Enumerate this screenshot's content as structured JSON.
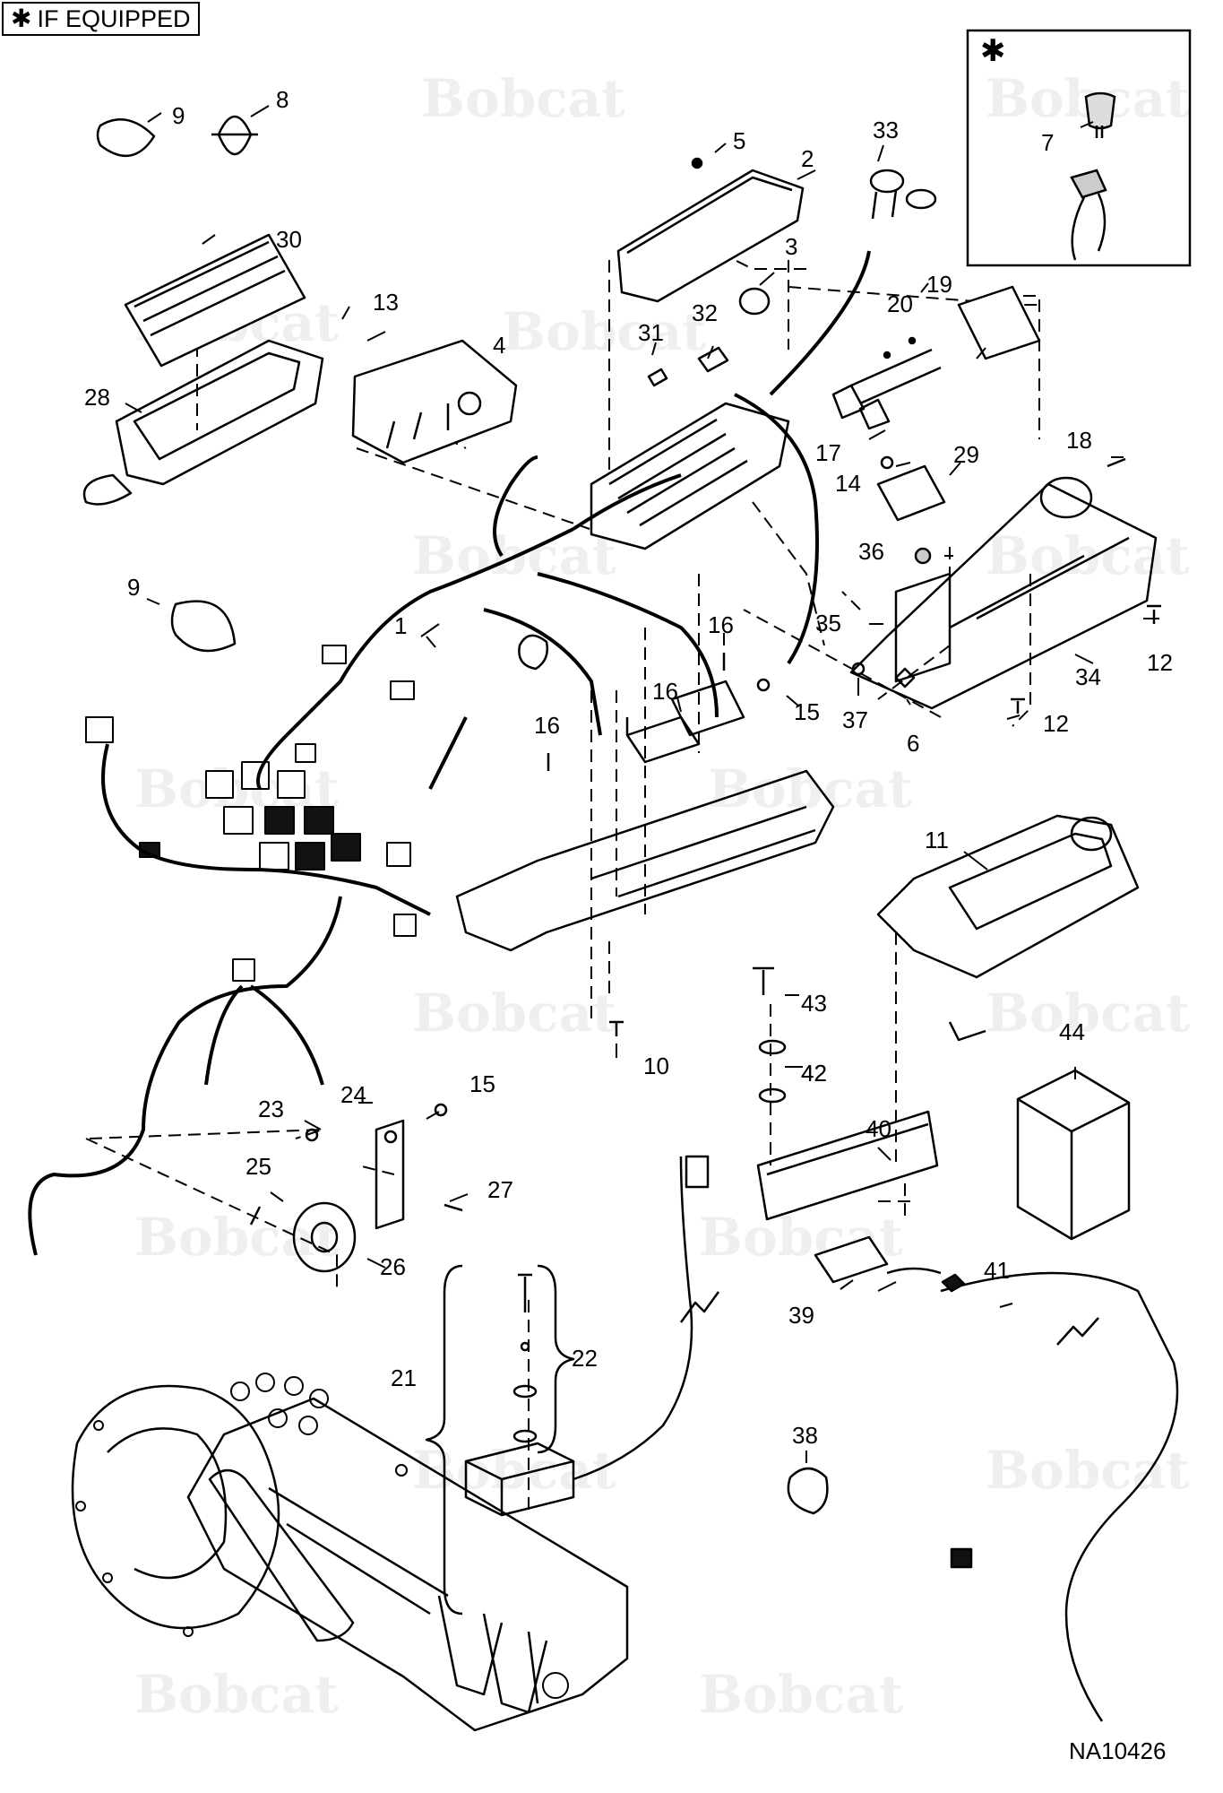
{
  "legend": {
    "symbol": "✱",
    "text": "IF EQUIPPED"
  },
  "inset_marker": "✱",
  "drawing_code": "NA10426",
  "watermark_text": "Bobcat",
  "callouts": [
    {
      "label": "1"
    },
    {
      "label": "2"
    },
    {
      "label": "3"
    },
    {
      "label": "4"
    },
    {
      "label": "5"
    },
    {
      "label": "6"
    },
    {
      "label": "7"
    },
    {
      "label": "8"
    },
    {
      "label": "9"
    },
    {
      "label": "9"
    },
    {
      "label": "10"
    },
    {
      "label": "11"
    },
    {
      "label": "12"
    },
    {
      "label": "12"
    },
    {
      "label": "13"
    },
    {
      "label": "14"
    },
    {
      "label": "15"
    },
    {
      "label": "15"
    },
    {
      "label": "16"
    },
    {
      "label": "16"
    },
    {
      "label": "16"
    },
    {
      "label": "17"
    },
    {
      "label": "18"
    },
    {
      "label": "19"
    },
    {
      "label": "20"
    },
    {
      "label": "21"
    },
    {
      "label": "22"
    },
    {
      "label": "23"
    },
    {
      "label": "24"
    },
    {
      "label": "25"
    },
    {
      "label": "26"
    },
    {
      "label": "27"
    },
    {
      "label": "28"
    },
    {
      "label": "29"
    },
    {
      "label": "30"
    },
    {
      "label": "31"
    },
    {
      "label": "32"
    },
    {
      "label": "33"
    },
    {
      "label": "34"
    },
    {
      "label": "35"
    },
    {
      "label": "36"
    },
    {
      "label": "37"
    },
    {
      "label": "38"
    },
    {
      "label": "39"
    },
    {
      "label": "40"
    },
    {
      "label": "41"
    },
    {
      "label": "42"
    },
    {
      "label": "42"
    },
    {
      "label": "43"
    },
    {
      "label": "44"
    }
  ]
}
